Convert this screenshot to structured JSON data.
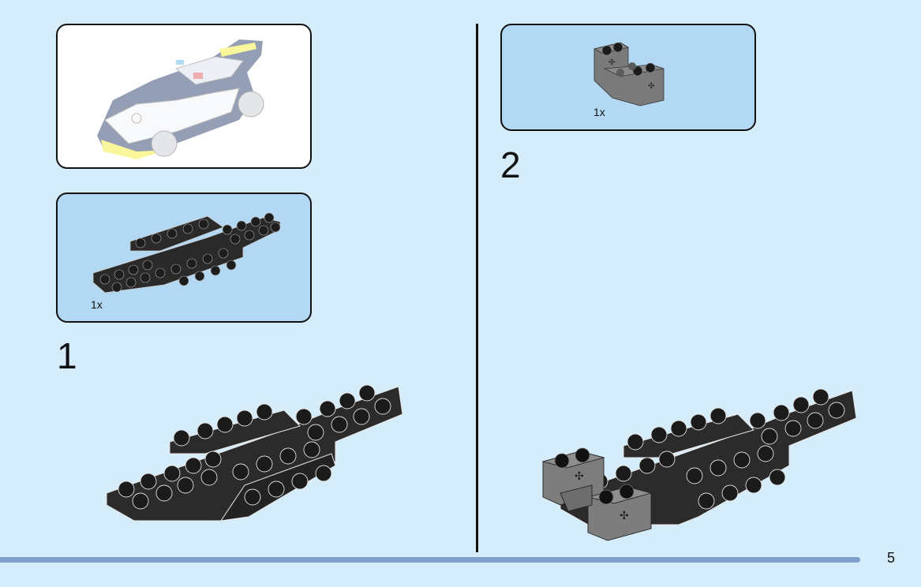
{
  "page": {
    "number": "5",
    "colors": {
      "background": "#d5ecfb",
      "parts_panel": "#b3d8f3",
      "preview_panel": "#ffffff",
      "bottom_bar": "#7f9fcf",
      "brick_black": "#2a2a2a",
      "brick_gray": "#7a7a7a"
    }
  },
  "left": {
    "preview": {
      "alt": "completed-car-preview"
    },
    "parts": {
      "quantity": "1x",
      "part": "black-chassis-plate"
    },
    "step": {
      "number": "1"
    }
  },
  "right": {
    "parts": {
      "quantity": "1x",
      "part": "dark-gray-brick-with-axle-holes"
    },
    "step": {
      "number": "2"
    }
  }
}
